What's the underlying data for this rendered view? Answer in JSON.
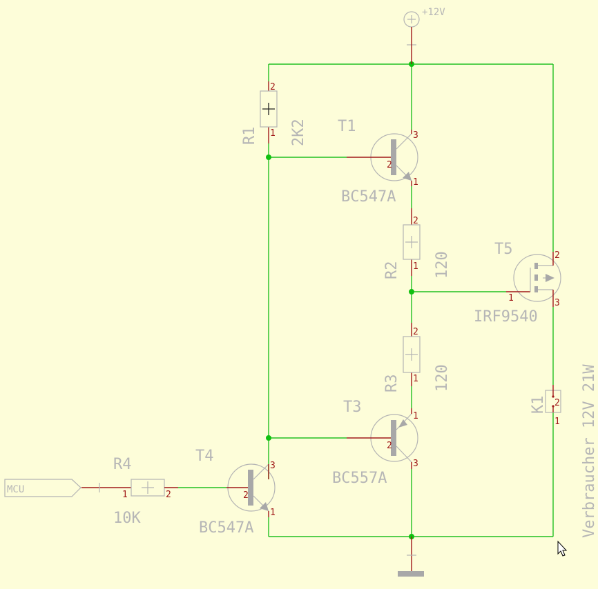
{
  "power": {
    "label": "+12V"
  },
  "input_port": {
    "label": "MCU"
  },
  "load_label": "Verbraucher 12V 21W",
  "parts": {
    "R1": {
      "ref": "R1",
      "value": "2K2",
      "pin_a": "2",
      "pin_b": "1"
    },
    "R2": {
      "ref": "R2",
      "value": "120",
      "pin_a": "2",
      "pin_b": "1"
    },
    "R3": {
      "ref": "R3",
      "value": "120",
      "pin_a": "2",
      "pin_b": "1"
    },
    "R4": {
      "ref": "R4",
      "value": "10K",
      "pin_a": "1",
      "pin_b": "2"
    },
    "T1": {
      "ref": "T1",
      "value": "BC547A",
      "pin_c": "3",
      "pin_b": "2",
      "pin_e": "1"
    },
    "T3": {
      "ref": "T3",
      "value": "BC557A",
      "pin_e": "1",
      "pin_b": "2",
      "pin_c": "3"
    },
    "T4": {
      "ref": "T4",
      "value": "BC547A",
      "pin_c": "3",
      "pin_b": "2",
      "pin_e": "1"
    },
    "T5": {
      "ref": "T5",
      "value": "IRF9540",
      "pin_d": "2",
      "pin_g": "1",
      "pin_s": "3"
    },
    "K1": {
      "ref": "K1",
      "pin_a": "2",
      "pin_b": "1"
    }
  },
  "colors": {
    "background": "#fdfdd9",
    "wire": "#20c020",
    "lead": "#a01818",
    "part": "#b4b4b4"
  }
}
